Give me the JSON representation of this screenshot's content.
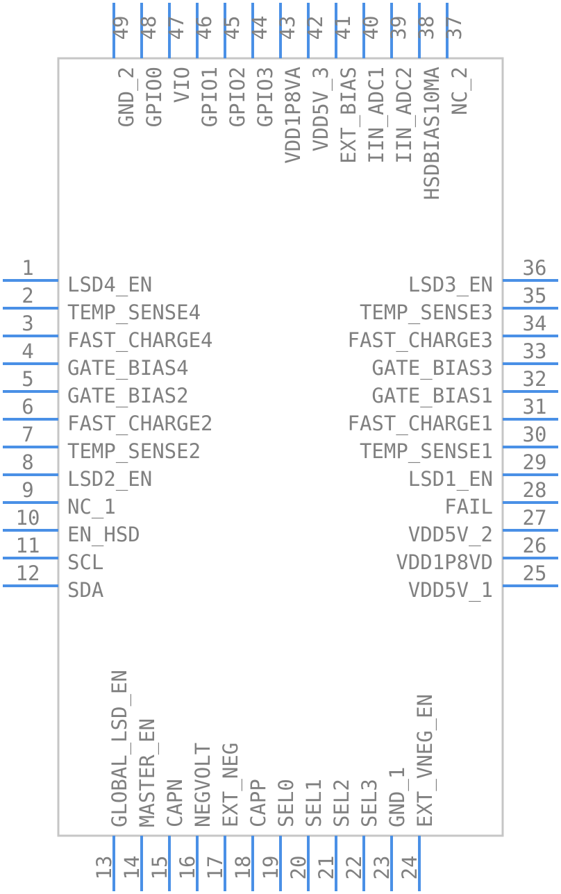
{
  "component": {
    "pins_left": [
      {
        "num": "1",
        "name": "LSD4_EN"
      },
      {
        "num": "2",
        "name": "TEMP_SENSE4"
      },
      {
        "num": "3",
        "name": "FAST_CHARGE4"
      },
      {
        "num": "4",
        "name": "GATE_BIAS4"
      },
      {
        "num": "5",
        "name": "GATE_BIAS2"
      },
      {
        "num": "6",
        "name": "FAST_CHARGE2"
      },
      {
        "num": "7",
        "name": "TEMP_SENSE2"
      },
      {
        "num": "8",
        "name": "LSD2_EN"
      },
      {
        "num": "9",
        "name": "NC_1"
      },
      {
        "num": "10",
        "name": "EN_HSD"
      },
      {
        "num": "11",
        "name": "SCL"
      },
      {
        "num": "12",
        "name": "SDA"
      }
    ],
    "pins_bottom": [
      {
        "num": "13",
        "name": "GLOBAL_LSD_EN"
      },
      {
        "num": "14",
        "name": "MASTER_EN"
      },
      {
        "num": "15",
        "name": "CAPN"
      },
      {
        "num": "16",
        "name": "NEGVOLT"
      },
      {
        "num": "17",
        "name": "EXT_NEG"
      },
      {
        "num": "18",
        "name": "CAPP"
      },
      {
        "num": "19",
        "name": "SEL0"
      },
      {
        "num": "20",
        "name": "SEL1"
      },
      {
        "num": "21",
        "name": "SEL2"
      },
      {
        "num": "22",
        "name": "SEL3"
      },
      {
        "num": "23",
        "name": "GND_1"
      },
      {
        "num": "24",
        "name": "EXT_VNEG_EN"
      }
    ],
    "pins_right": [
      {
        "num": "36",
        "name": "LSD3_EN"
      },
      {
        "num": "35",
        "name": "TEMP_SENSE3"
      },
      {
        "num": "34",
        "name": "FAST_CHARGE3"
      },
      {
        "num": "33",
        "name": "GATE_BIAS3"
      },
      {
        "num": "32",
        "name": "GATE_BIAS1"
      },
      {
        "num": "31",
        "name": "FAST_CHARGE1"
      },
      {
        "num": "30",
        "name": "TEMP_SENSE1"
      },
      {
        "num": "29",
        "name": "LSD1_EN"
      },
      {
        "num": "28",
        "name": "FAIL"
      },
      {
        "num": "27",
        "name": "VDD5V_2"
      },
      {
        "num": "26",
        "name": "VDD1P8VD"
      },
      {
        "num": "25",
        "name": "VDD5V_1"
      }
    ],
    "pins_top": [
      {
        "num": "49",
        "name": "GND_2"
      },
      {
        "num": "48",
        "name": "GPIO0"
      },
      {
        "num": "47",
        "name": "VIO"
      },
      {
        "num": "46",
        "name": "GPIO1"
      },
      {
        "num": "45",
        "name": "GPIO2"
      },
      {
        "num": "44",
        "name": "GPIO3"
      },
      {
        "num": "43",
        "name": "VDD1P8VA"
      },
      {
        "num": "42",
        "name": "VDD5V_3"
      },
      {
        "num": "41",
        "name": "EXT_BIAS"
      },
      {
        "num": "40",
        "name": "IIN_ADC1"
      },
      {
        "num": "39",
        "name": "IIN_ADC2"
      },
      {
        "num": "38",
        "name": "HSDBIAS10MA"
      },
      {
        "num": "37",
        "name": "NC_2"
      }
    ],
    "colors": {
      "pin": "#4a90e6",
      "text": "#808080",
      "outline": "#c6c6c6"
    }
  }
}
